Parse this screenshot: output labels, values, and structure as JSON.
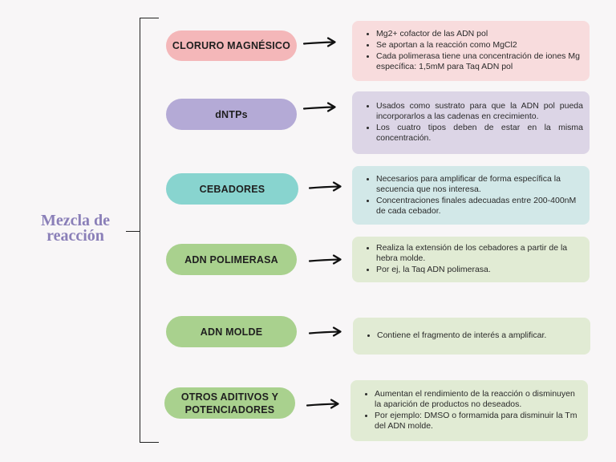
{
  "title_lines": [
    "Mezcla de",
    "reacción"
  ],
  "nodes": [
    {
      "label": "CLORURO MAGNÉSICO",
      "pill_color": "#f4b7b9",
      "box_color": "#f8dcdd",
      "bullets": [
        "Mg2+ cofactor de las ADN pol",
        "Se aportan a la reacción como MgCl2",
        "Cada polimerasa tiene una concentración de iones Mg específica: 1,5mM para Taq ADN pol"
      ]
    },
    {
      "label": "dNTPs",
      "pill_color": "#b4aad6",
      "box_color": "#dcd5e6",
      "bullets": [
        "Usados como sustrato para que la ADN pol pueda incorporarlos a las cadenas en crecimiento.",
        "Los cuatro tipos deben de estar en la misma concentración."
      ]
    },
    {
      "label": "CEBADORES",
      "pill_color": "#88d4cf",
      "box_color": "#d2e8e8",
      "bullets": [
        "Necesarios para amplificar de forma específica la secuencia que nos interesa.",
        "Concentraciones finales adecuadas entre 200-400nM de cada cebador."
      ]
    },
    {
      "label": "ADN POLIMERASA",
      "pill_color": "#a9d18e",
      "box_color": "#e1ebd4",
      "bullets": [
        "Realiza la extensión de los cebadores a partir de la hebra molde.",
        "Por ej, la Taq ADN polimerasa."
      ]
    },
    {
      "label": "ADN MOLDE",
      "pill_color": "#a9d18e",
      "box_color": "#e1ebd4",
      "bullets": [
        "Contiene el fragmento de interés a amplificar."
      ]
    },
    {
      "label": "OTROS ADITIVOS Y POTENCIADORES",
      "pill_color": "#a9d18e",
      "box_color": "#e1ebd4",
      "bullets": [
        "Aumentan el rendimiento de la reacción o disminuyen la aparición de productos no deseados.",
        "Por ejemplo: DMSO o formamida para disminuir la Tm del ADN molde."
      ]
    }
  ]
}
